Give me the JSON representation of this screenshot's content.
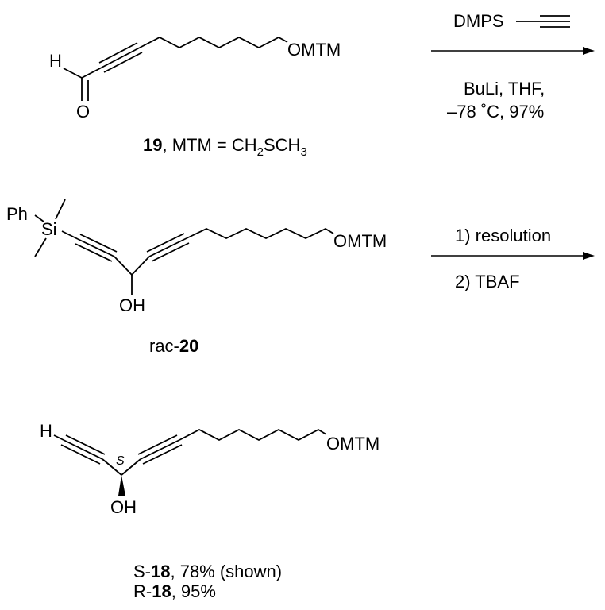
{
  "compound19": {
    "atom_h": "H",
    "atom_o": "O",
    "group_omtm": "OMTM",
    "number": "19",
    "caption_rest": ", MTM = CH",
    "sub2": "2",
    "caption_s": "SCH",
    "sub3": "3"
  },
  "step1": {
    "reagent_top": "DMPS",
    "cond_line1": "BuLi, THF,",
    "cond_line2": "–78 ˚C, 97%"
  },
  "compound20": {
    "atom_ph": "Ph",
    "atom_si": "Si",
    "group_omtm": "OMTM",
    "group_oh": "OH",
    "caption_prefix": "rac-",
    "number": "20"
  },
  "step2": {
    "cond_line1": "1) resolution",
    "cond_line2": "2) TBAF"
  },
  "compound18": {
    "atom_h": "H",
    "stereo": "S",
    "group_omtm": "OMTM",
    "group_oh": "OH",
    "caption1_prefix": "S-",
    "caption1_number": "18",
    "caption1_rest": ", 78% (shown)",
    "caption2_prefix": "R-",
    "caption2_number": "18",
    "caption2_rest": ", 95%"
  }
}
